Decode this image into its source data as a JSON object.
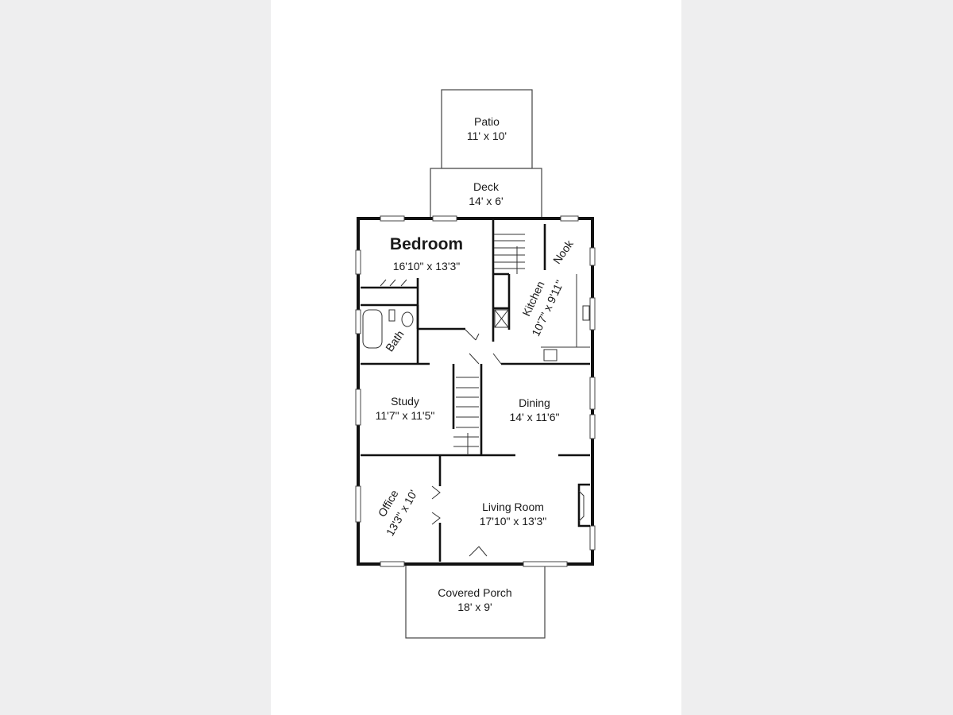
{
  "rooms": {
    "patio": {
      "name": "Patio",
      "size": "11' x 10'"
    },
    "deck": {
      "name": "Deck",
      "size": "14' x 6'"
    },
    "bedroom": {
      "name": "Bedroom",
      "size": "16'10\" x 13'3\""
    },
    "nook": {
      "name": "Nook"
    },
    "kitchen": {
      "name": "Kitchen",
      "size": "10'7\" x 9'11\""
    },
    "bath": {
      "name": "Bath"
    },
    "study": {
      "name": "Study",
      "size": "11'7\" x 11'5\""
    },
    "dining": {
      "name": "Dining",
      "size": "14' x 11'6\""
    },
    "office": {
      "name": "Office",
      "size": "13'3\" x 10'"
    },
    "living": {
      "name": "Living Room",
      "size": "17'10\" x 13'3\""
    },
    "porch": {
      "name": "Covered Porch",
      "size": "18' x 9'"
    }
  },
  "colors": {
    "wall": "#111111",
    "background": "#eeeeef",
    "sheet": "#ffffff"
  }
}
